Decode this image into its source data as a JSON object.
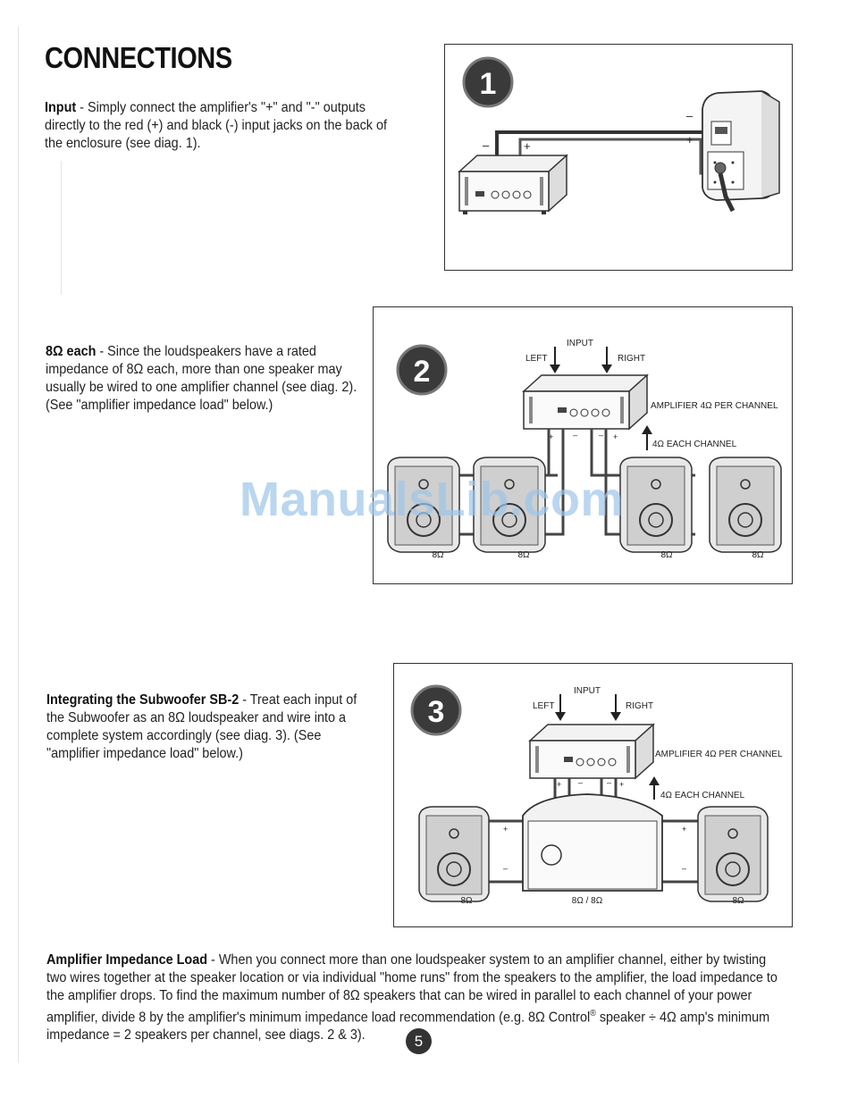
{
  "page": {
    "title": "CONNECTIONS",
    "page_number": "5",
    "watermark": "ManualsLib.com"
  },
  "sections": {
    "input": {
      "label": "Input",
      "text": " - Simply connect the amplifier's \"+\" and \"-\" outputs directly to the red (+) and black (-) input jacks on the back of the enclosure (see diag. 1)."
    },
    "eight_ohm": {
      "label": "8Ω each",
      "text": " - Since the loudspeakers have a rated impedance of 8Ω each, more than one speaker may usually be wired to one amplifier channel (see diag. 2). (See \"amplifier impedance load\" below.)"
    },
    "subwoofer": {
      "label": "Integrating the Subwoofer SB-2",
      "text": " - Treat each input of the Subwoofer as an 8Ω loudspeaker and wire into a complete system accordingly (see diag. 3). (See \"amplifier impedance load\" below.)"
    },
    "impedance": {
      "label": "Amplifier Impedance Load",
      "text": " - When you connect more than one loudspeaker system to an amplifier channel, either by twisting two wires together at the speaker location or via individual \"home runs\" from the speakers to the amplifier, the load impedance to the amplifier drops.  To find the maximum number of 8Ω speakers that can be wired in parallel to each channel of your power amplifier, divide 8 by the amplifier's minimum impedance load recommendation (e.g. 8Ω  Control",
      "registered": "®",
      "text_end": " speaker ÷ 4Ω amp's minimum impedance = 2 speakers per channel, see diags. 2 & 3)."
    }
  },
  "diagram1": {
    "number": "1",
    "minus_left": "–",
    "plus_left": "+",
    "minus_right": "–",
    "plus_right": "+"
  },
  "diagram2": {
    "number": "2",
    "input": "INPUT",
    "left": "LEFT",
    "right": "RIGHT",
    "amplifier": "AMPLIFIER 4Ω PER CHANNEL",
    "each_channel": "4Ω EACH CHANNEL",
    "speaker_labels": [
      "8Ω",
      "8Ω",
      "8Ω",
      "8Ω"
    ],
    "plus": "+",
    "minus": "–"
  },
  "diagram3": {
    "number": "3",
    "input": "INPUT",
    "left": "LEFT",
    "right": "RIGHT",
    "amplifier": "AMPLIFIER 4Ω PER CHANNEL",
    "each_channel": "4Ω EACH CHANNEL",
    "speaker_left": "8Ω",
    "sub_label": "8Ω / 8Ω",
    "speaker_right": "8Ω",
    "plus": "+",
    "minus": "–"
  }
}
